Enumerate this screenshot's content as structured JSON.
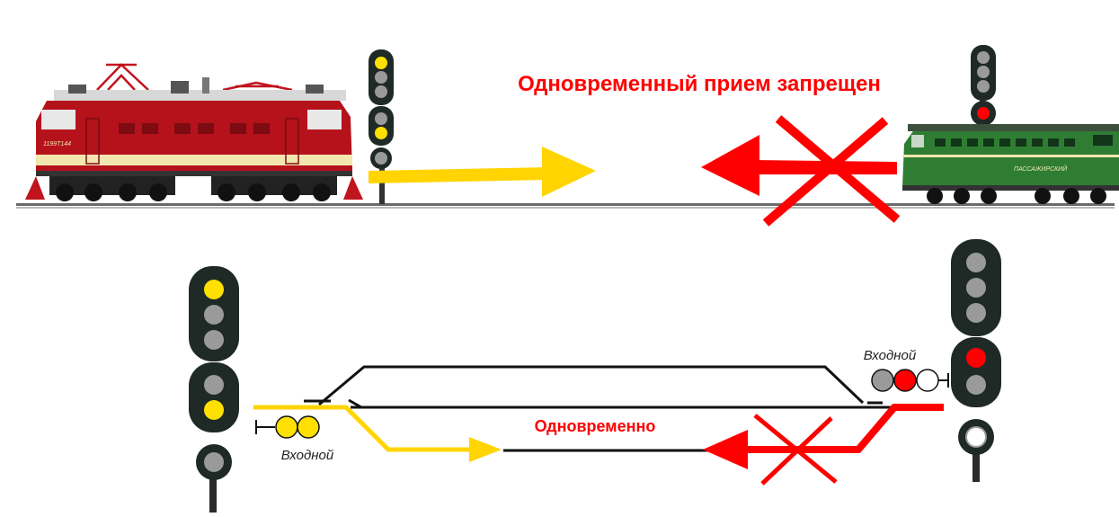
{
  "top_scene": {
    "title": "Одновременный прием запрещен",
    "left_locomotive": {
      "number": "1199Т144",
      "color": "#b5121b",
      "stripe": "#f3e7b0"
    },
    "right_locomotive": {
      "text": "ПАССАЖИРСКИЙ",
      "color": "#2e7d32"
    },
    "left_signal": {
      "lamps": [
        "yellow",
        "off",
        "off",
        "off",
        "yellow",
        "off"
      ]
    },
    "right_signal": {
      "lamps": [
        "off",
        "off",
        "off",
        "red"
      ]
    }
  },
  "bottom_scene": {
    "caption": "Одновременно",
    "left_label": "Входной",
    "right_label": "Входной",
    "left_indicator": {
      "lamps": [
        "yellow",
        "yellow"
      ]
    },
    "right_indicator": {
      "lamps": [
        "grey",
        "red",
        "white"
      ]
    },
    "left_signal": {
      "lamps": [
        "yellow",
        "off",
        "off",
        "off",
        "yellow",
        "off"
      ]
    },
    "right_signal": {
      "lamps": [
        "off",
        "off",
        "off",
        "red",
        "off",
        "white"
      ]
    }
  },
  "colors": {
    "allowed_route": "#ffd400",
    "forbidden_route": "#ff0000",
    "signal_body": "#1f2a26",
    "lamp_off": "#9a9a9a",
    "track": "#111111"
  }
}
